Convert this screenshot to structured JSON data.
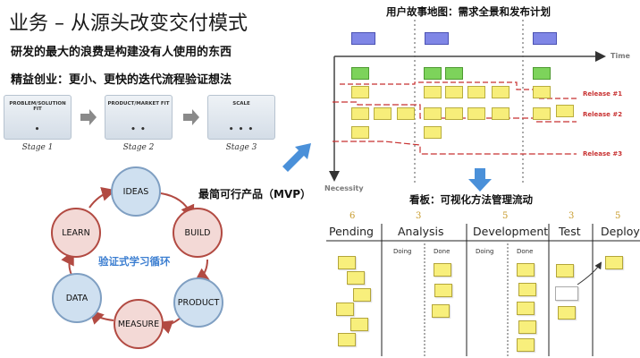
{
  "title": "业务 – 从源头改变交付模式",
  "subtitle1": "研发的最大的浪费是构建没有人使用的东西",
  "subtitle2": "精益创业：更小、更快的迭代流程验证想法",
  "stages": [
    {
      "box_label": "PROBLEM/SOLUTION FIT",
      "dots": "•",
      "label": "Stage 1"
    },
    {
      "box_label": "PRODUCT/MARKET FIT",
      "dots": "• •",
      "label": "Stage 2"
    },
    {
      "box_label": "SCALE",
      "dots": "• • •",
      "label": "Stage 3"
    }
  ],
  "cycle": {
    "center_label": "验证式学习循环",
    "nodes": [
      "IDEAS",
      "BUILD",
      "PRODUCT",
      "MEASURE",
      "DATA",
      "LEARN"
    ],
    "colors": {
      "blue_fill": "#cfe0f0",
      "red_fill": "#f3d9d6",
      "red_arrow": "#b24a42"
    }
  },
  "mvp_label": "最简可行产品（MVP）",
  "story_map": {
    "title": "用户故事地图：需求全景和发布计划",
    "axis_x": "Time",
    "axis_y": "Necessity",
    "releases": [
      "Release #1",
      "Release #2",
      "Release #3"
    ],
    "colors": {
      "release": "#c83232",
      "activity": "#7f86e6",
      "task": "#7dd35b",
      "story": "#f7ee7a"
    }
  },
  "kanban": {
    "title": "看板：可视化方法管理流动",
    "columns": [
      {
        "count": "6",
        "name": "Pending"
      },
      {
        "count": "3",
        "name": "Analysis"
      },
      {
        "count": "5",
        "name": "Development"
      },
      {
        "count": "3",
        "name": "Test"
      },
      {
        "count": "5",
        "name": "Deploy"
      }
    ],
    "sub_labels": [
      "Doing",
      "Done",
      "Doing",
      "Done"
    ]
  },
  "accent_arrow": "#4a90d9"
}
